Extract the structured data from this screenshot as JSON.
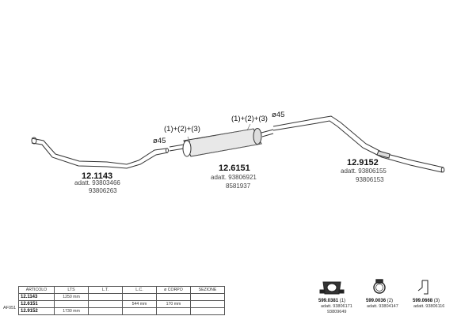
{
  "parts": [
    {
      "code": "12.1143",
      "ref_label": "adatt.",
      "refs": [
        "93803466",
        "93806263"
      ]
    },
    {
      "code": "12.6151",
      "ref_label": "adatt.",
      "refs": [
        "93806921",
        "8581937"
      ]
    },
    {
      "code": "12.9152",
      "ref_label": "adatt.",
      "refs": [
        "93806155",
        "93806153"
      ]
    }
  ],
  "callouts": {
    "left_muffler": "(1)+(2)+(3)",
    "right_muffler": "(1)+(2)+(3)",
    "dia_left": "ø45",
    "dia_right": "ø45"
  },
  "table": {
    "headers": [
      "ARTICOLO",
      "LTS",
      "L.T.",
      "L.C.",
      "ø CORPO",
      "SEZIONE"
    ],
    "rows": [
      [
        "12.1143",
        "1250 mm",
        "",
        "",
        "",
        ""
      ],
      [
        "12.6151",
        "",
        "",
        "544 mm",
        "170 mm",
        ""
      ],
      [
        "12.9152",
        "1730 mm",
        "",
        "",
        "",
        ""
      ]
    ],
    "side_label": "AF051"
  },
  "accessories": [
    {
      "code": "599.0381",
      "qty": "(1)",
      "refs": [
        "adatt. 93806171",
        "93809649"
      ]
    },
    {
      "code": "599.0036",
      "qty": "(2)",
      "refs": [
        "adatt. 93804147"
      ]
    },
    {
      "code": "599.0668",
      "qty": "(3)",
      "refs": [
        "adatt. 93806116"
      ]
    }
  ],
  "icons": [
    "clamp-icon",
    "ring-clamp-icon",
    "hanger-icon"
  ]
}
